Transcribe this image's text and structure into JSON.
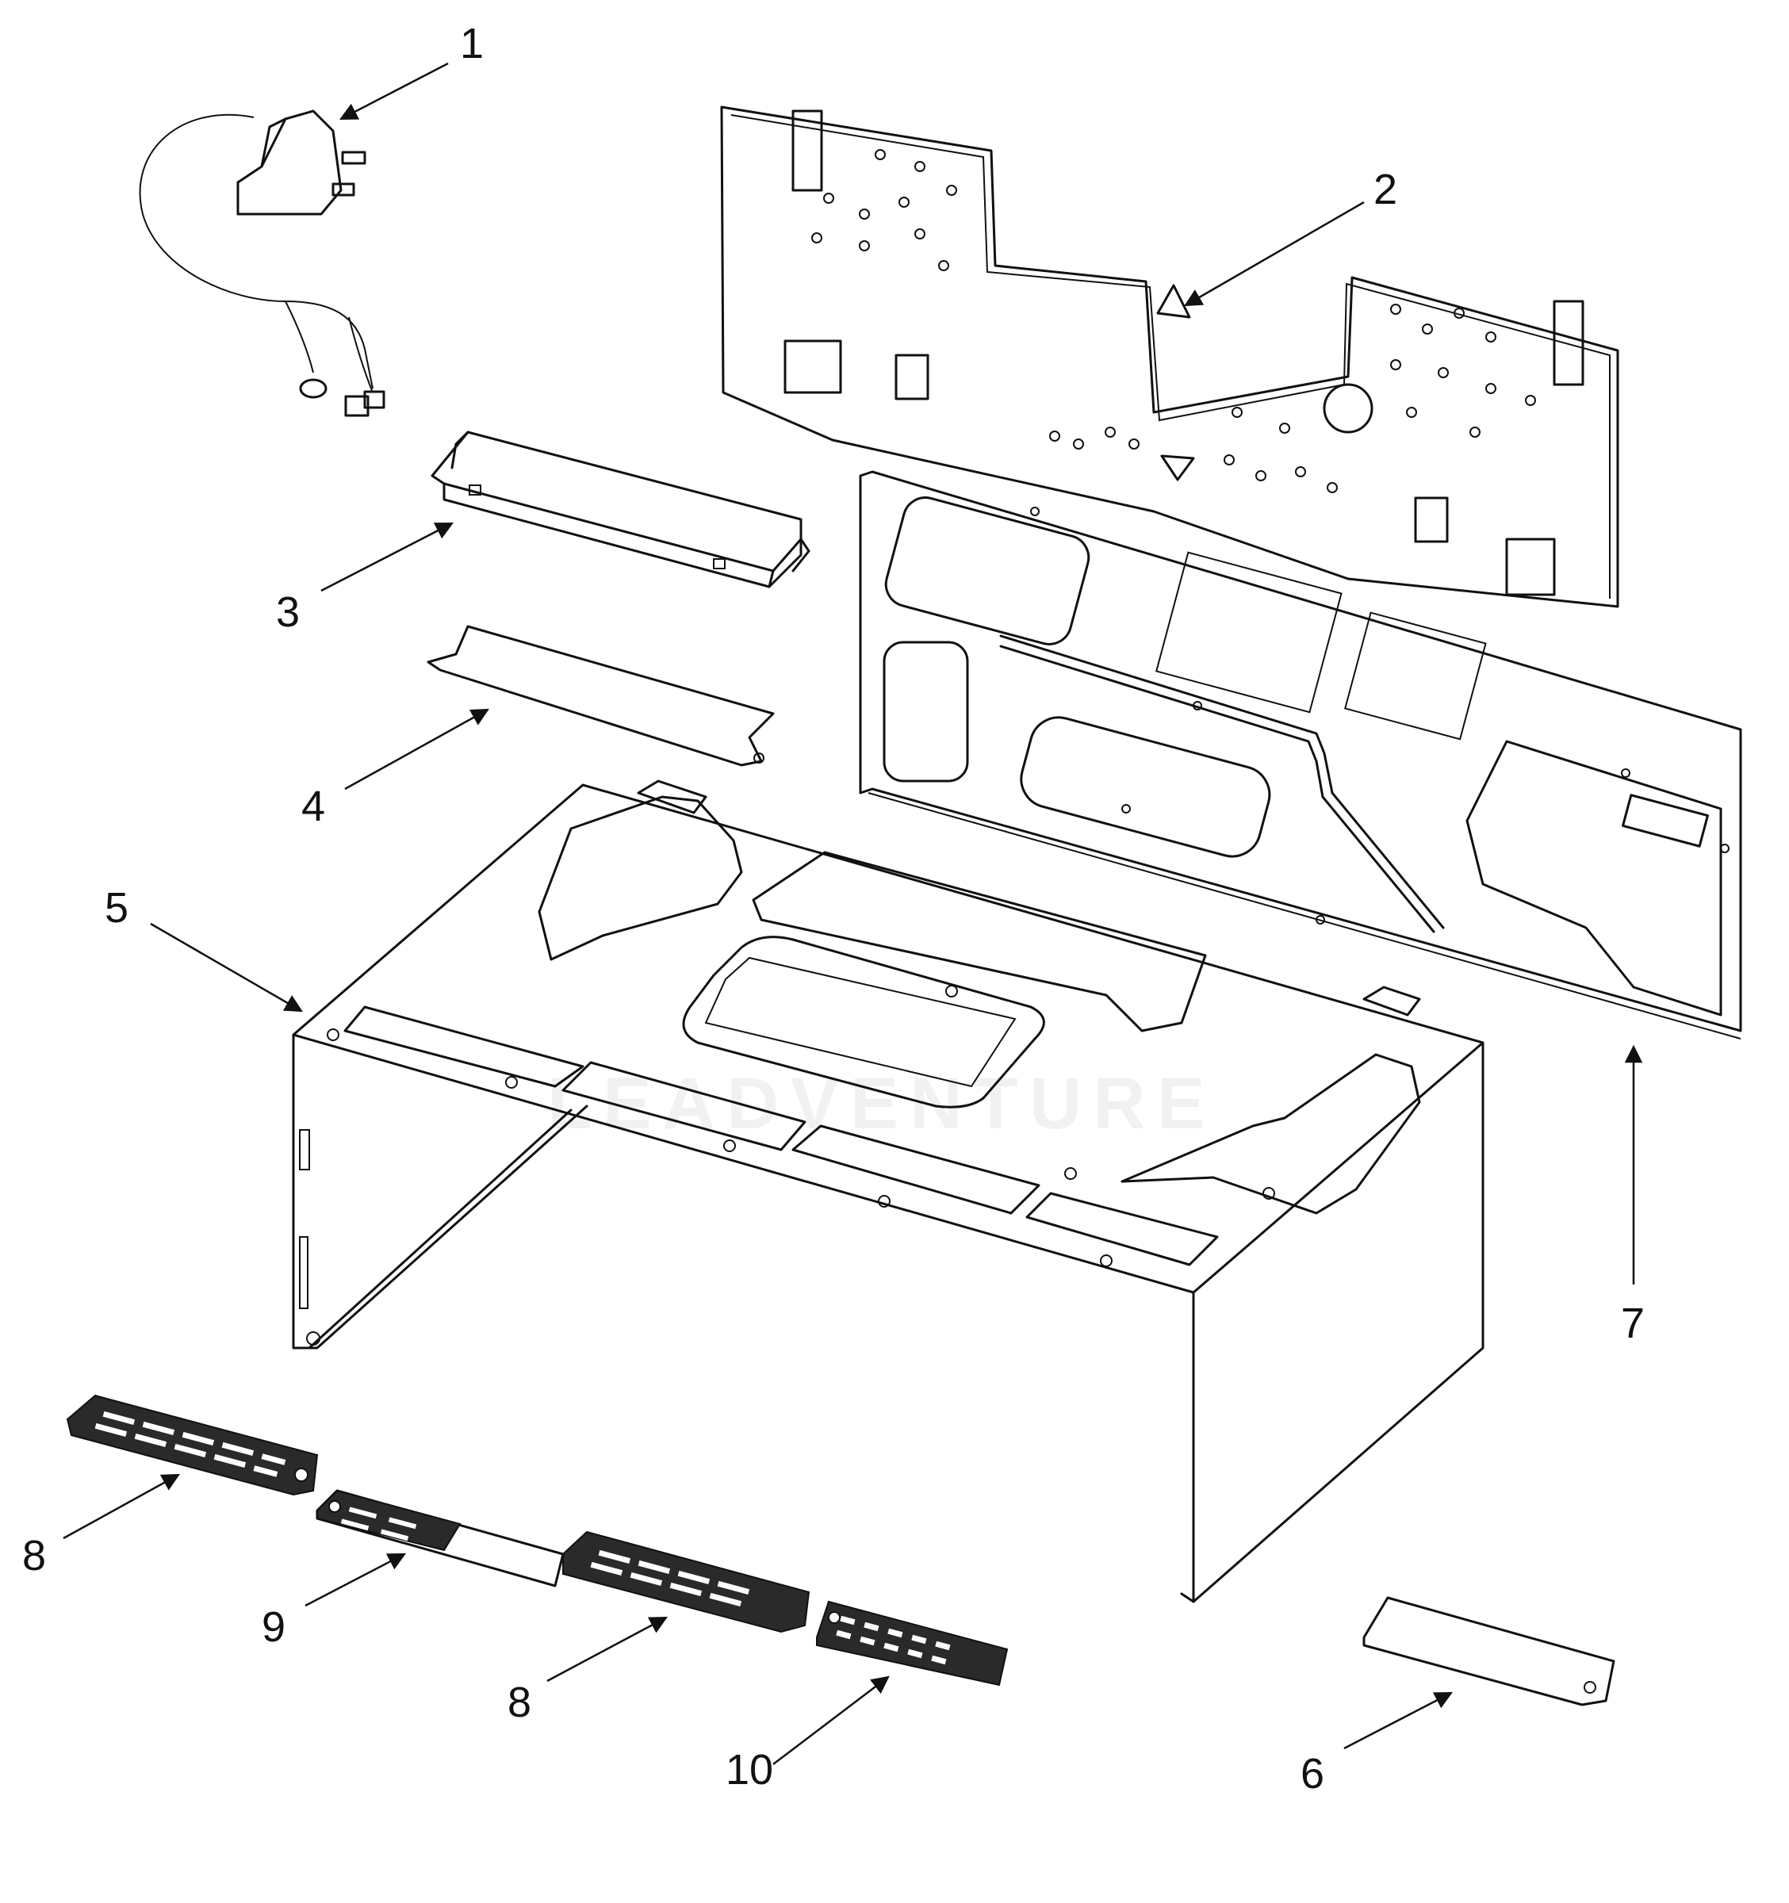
{
  "callouts": [
    {
      "id": "1",
      "label": "1"
    },
    {
      "id": "2",
      "label": "2"
    },
    {
      "id": "3",
      "label": "3"
    },
    {
      "id": "4",
      "label": "4"
    },
    {
      "id": "5",
      "label": "5"
    },
    {
      "id": "6",
      "label": "6"
    },
    {
      "id": "7",
      "label": "7"
    },
    {
      "id": "8a",
      "label": "8"
    },
    {
      "id": "9",
      "label": "9"
    },
    {
      "id": "8b",
      "label": "8"
    },
    {
      "id": "10",
      "label": "10"
    }
  ],
  "watermark": "LEADVENTURE",
  "colors": {
    "line": "#111111",
    "background": "#ffffff"
  }
}
